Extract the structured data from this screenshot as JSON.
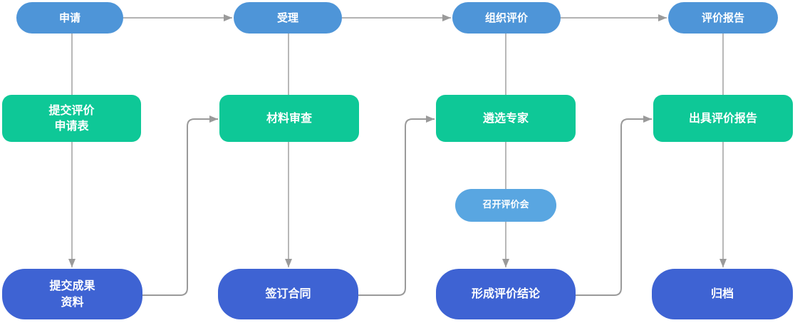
{
  "nodes": {
    "apply": {
      "label": "申请",
      "type": "stage"
    },
    "accept": {
      "label": "受理",
      "type": "stage"
    },
    "organize_review": {
      "label": "组织评价",
      "type": "stage"
    },
    "review_report": {
      "label": "评价报告",
      "type": "stage"
    },
    "submit_form": {
      "label": "提交评价\n申请表",
      "type": "step"
    },
    "material_review": {
      "label": "材料审查",
      "type": "step"
    },
    "select_experts": {
      "label": "遴选专家",
      "type": "step"
    },
    "issue_report": {
      "label": "出具评价报告",
      "type": "step"
    },
    "hold_meeting": {
      "label": "召开评价会",
      "type": "sub-step"
    },
    "submit_results": {
      "label": "提交成果\n资料",
      "type": "final"
    },
    "sign_contract": {
      "label": "签订合同",
      "type": "final"
    },
    "form_conclusion": {
      "label": "形成评价结论",
      "type": "final"
    },
    "archive": {
      "label": "归档",
      "type": "final"
    }
  },
  "edges": [
    {
      "from": "apply",
      "to": "accept",
      "arrow": true
    },
    {
      "from": "accept",
      "to": "organize_review",
      "arrow": true
    },
    {
      "from": "organize_review",
      "to": "review_report",
      "arrow": true
    },
    {
      "from": "apply",
      "to": "submit_form",
      "arrow": false
    },
    {
      "from": "accept",
      "to": "material_review",
      "arrow": false
    },
    {
      "from": "organize_review",
      "to": "select_experts",
      "arrow": false
    },
    {
      "from": "review_report",
      "to": "issue_report",
      "arrow": false
    },
    {
      "from": "submit_form",
      "to": "submit_results",
      "arrow": true
    },
    {
      "from": "material_review",
      "to": "sign_contract",
      "arrow": true
    },
    {
      "from": "select_experts",
      "to": "hold_meeting",
      "arrow": false
    },
    {
      "from": "hold_meeting",
      "to": "form_conclusion",
      "arrow": true
    },
    {
      "from": "issue_report",
      "to": "archive",
      "arrow": true
    },
    {
      "from": "submit_results",
      "to": "material_review",
      "arrow": true
    },
    {
      "from": "sign_contract",
      "to": "select_experts",
      "arrow": true
    },
    {
      "from": "form_conclusion",
      "to": "issue_report",
      "arrow": true
    }
  ],
  "colors": {
    "stage_pill": "#4E95D8",
    "step_box": "#0EC897",
    "final_box": "#3E63D3",
    "meeting_pill": "#59A6E1",
    "connector": "#9A9A9A",
    "label_text": "#FFFFFF",
    "background": "#FFFFFF"
  }
}
